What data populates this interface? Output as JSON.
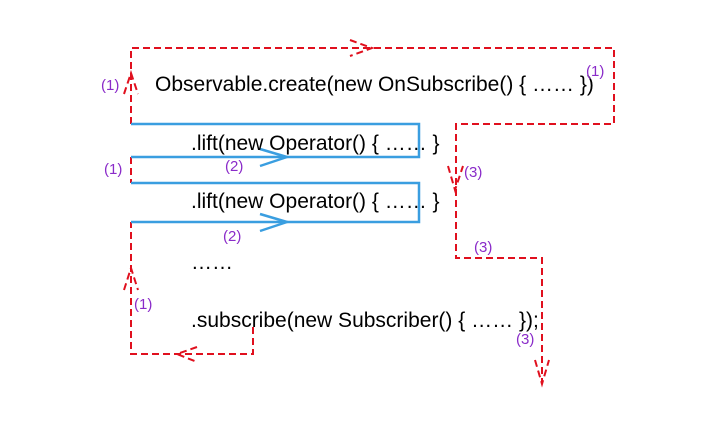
{
  "code_lines": {
    "create": "Observable.create(new OnSubscribe() { …… })",
    "lift1": ".lift(new Operator() { …… }",
    "lift2": ".lift(new Operator() { …… }",
    "ellipsis": "……",
    "subscribe": ".subscribe(new Subscriber() { …… });"
  },
  "step_labels": {
    "one_a": "(1)",
    "one_b": "(1)",
    "one_c": "(1)",
    "one_d": "(1)",
    "two_a": "(2)",
    "two_b": "(2)",
    "three_a": "(3)",
    "three_b": "(3)",
    "three_c": "(3)"
  },
  "colors": {
    "subscribe_path": "#e0101e",
    "operator_path": "#3a9ee0",
    "step_label": "#8a2bc9"
  }
}
